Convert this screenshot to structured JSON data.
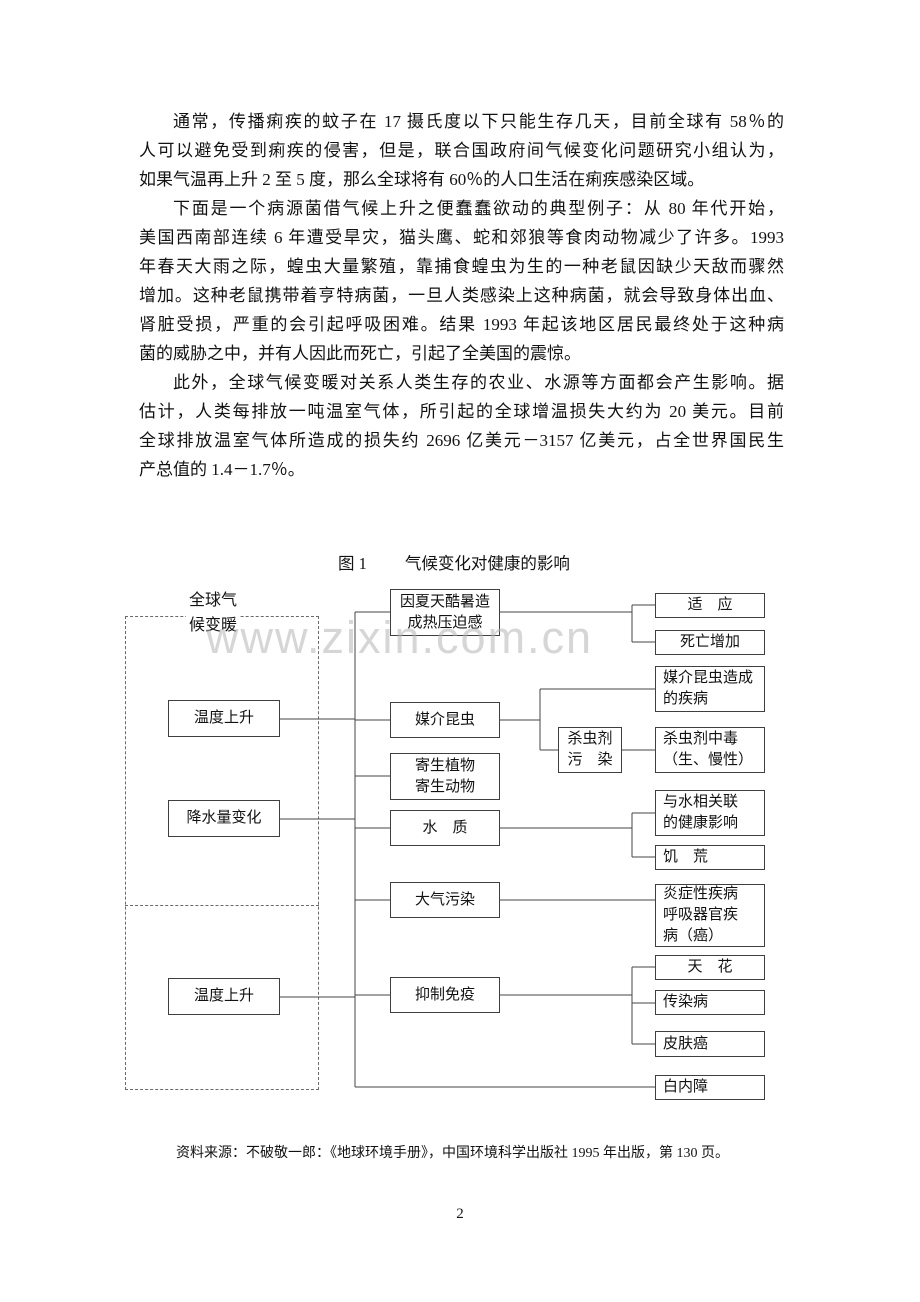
{
  "document": {
    "paragraphs": [
      {
        "lines": [
          "通常，传播痢疾的蚊子在 17 摄氏度以下只能生存几天，目前全球有 58％的",
          "人可以避免受到痢疾的侵害，但是，联合国政府间气候变化问题研究小组认为，",
          "如果气温再上升 2 至 5 度，那么全球将有 60％的人口生活在痢疾感染区域。"
        ]
      },
      {
        "lines": [
          "下面是一个病源菌借气候上升之便蠢蠢欲动的典型例子：从 80 年代开始，",
          "美国西南部连续 6 年遭受旱灾，猫头鹰、蛇和郊狼等食肉动物减少了许多。1993",
          "年春天大雨之际，蝗虫大量繁殖，靠捕食蝗虫为生的一种老鼠因缺少天敌而骤然",
          "增加。这种老鼠携带着亨特病菌，一旦人类感染上这种病菌，就会导致身体出血、",
          "肾脏受损，严重的会引起呼吸困难。结果 1993 年起该地区居民最终处于这种病",
          "菌的威胁之中，并有人因此而死亡，引起了全美国的震惊。"
        ]
      },
      {
        "lines": [
          "此外，全球气候变暖对关系人类生存的农业、水源等方面都会产生影响。据",
          "估计，人类每排放一吨温室气体，所引起的全球增温损失大约为 20 美元。目前",
          "全球排放温室气体所造成的损失约 2696 亿美元－3157 亿美元，占全世界国民生",
          "产总值的 1.4－1.7％。"
        ]
      }
    ],
    "figure": {
      "caption_label": "图 1",
      "caption_title": "气候变化对健康的影响",
      "group_label": "全球气\n候变暖",
      "nodes": {
        "temp_rise_1": "温度上升",
        "precip_change": "降水量变化",
        "temp_rise_2": "温度上升",
        "heat_stress": "因夏天酷暑造\n成热压迫感",
        "vector_insects": "媒介昆虫",
        "parasites": "寄生植物\n寄生动物",
        "water_quality": "水　质",
        "air_pollution": "大气污染",
        "immune_suppress": "抑制免疫",
        "pesticide_pollution": "杀虫剂\n污　染",
        "adaptation": "适　应",
        "death_increase": "死亡增加",
        "vector_disease": "媒介昆虫造成\n的疾病",
        "pesticide_poisoning": "杀虫剂中毒\n（生、慢性）",
        "water_health": "与水相关联\n的健康影响",
        "famine": "饥　荒",
        "respiratory_disease": "炎症性疾病\n呼吸器官疾\n病（癌）",
        "smallpox": "天　花",
        "infectious_disease": "传染病",
        "skin_cancer": "皮肤癌",
        "cataract": "白内障"
      }
    },
    "watermark": "www.zixin.com.cn",
    "source_note": "资料来源：不破敬一郎：《地球环境手册》，中国环境科学出版社 1995 年出版，第 130 页。",
    "page_number": "2"
  }
}
